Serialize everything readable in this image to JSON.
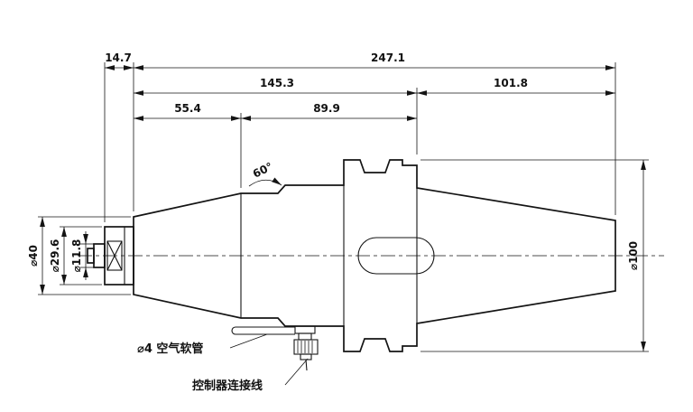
{
  "drawing": {
    "dims": {
      "d14_7": "14.7",
      "d247_1": "247.1",
      "d145_3": "145.3",
      "d101_8": "101.8",
      "d55_4": "55.4",
      "d89_9": "89.9",
      "angle60": "60°",
      "dia40": "⌀40",
      "dia29_6": "⌀29.6",
      "dia11_8": "⌀11.8",
      "dia100": "⌀100"
    },
    "callouts": {
      "air_hose": "⌀4 空气软管",
      "controller_cable": "控制器连接线"
    },
    "colors": {
      "line": "#141414",
      "background": "#ffffff"
    }
  }
}
